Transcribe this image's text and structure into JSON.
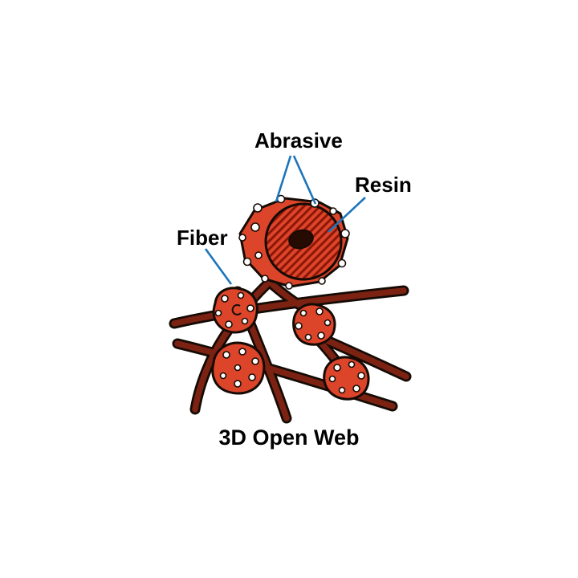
{
  "labels": {
    "abrasive": "Abrasive",
    "resin": "Resin",
    "fiber": "Fiber"
  },
  "caption": "3D Open Web",
  "colors": {
    "accent_blue": "#1c75bb",
    "resin_red": "#dc452a",
    "hatch_red": "#8e1607",
    "fiber_brown": "#7c2213",
    "particle_white": "#ffffff",
    "outline_black": "#150b05"
  }
}
